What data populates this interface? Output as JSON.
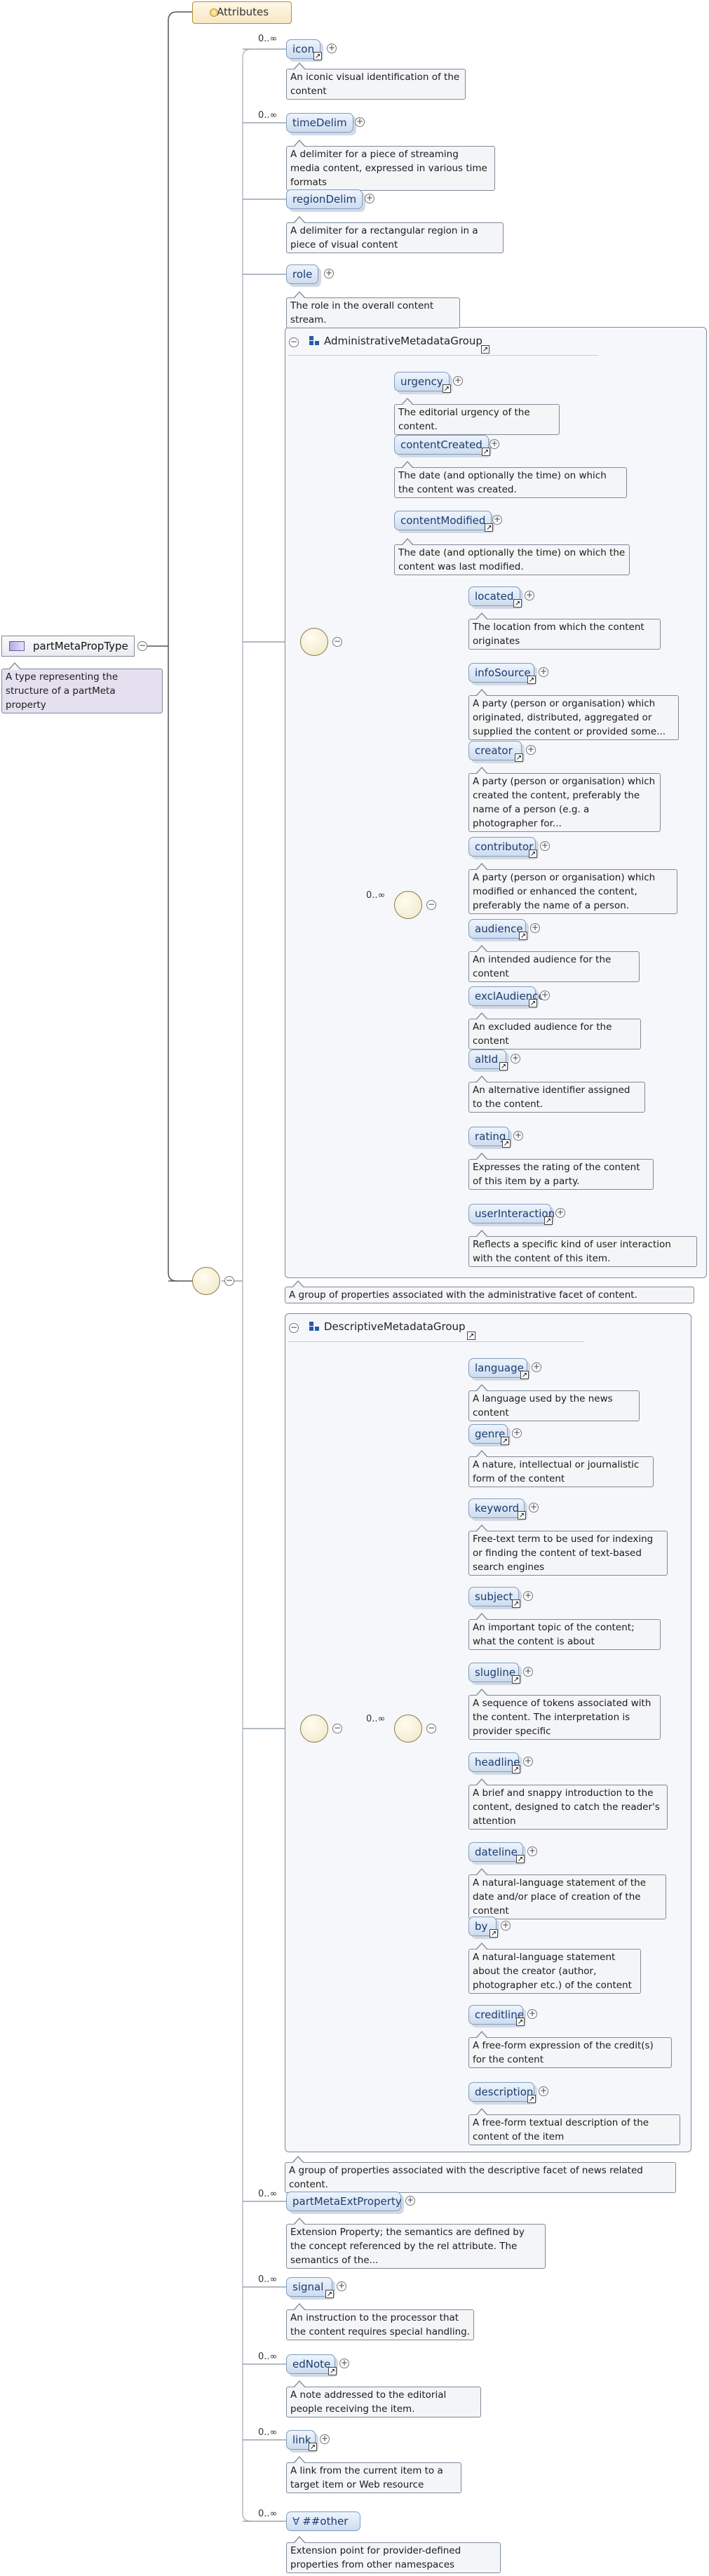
{
  "root": {
    "name": "partMetaPropType",
    "doc": "A type representing the structure of a partMeta property"
  },
  "attributes_label": "Attributes",
  "elements": [
    {
      "name": "icon",
      "card": "0..∞",
      "doc": "An iconic visual identification of the content"
    },
    {
      "name": "timeDelim",
      "card": "0..∞",
      "doc": "A delimiter for a piece of streaming media content, expressed in various time formats"
    },
    {
      "name": "regionDelim",
      "card": "",
      "doc": "A delimiter for a rectangular region in a piece of visual content"
    },
    {
      "name": "role",
      "card": "",
      "doc": "The role in the overall content stream."
    }
  ],
  "admin_group": {
    "title": "AdministrativeMetadataGroup",
    "doc": "A group of properties associated with the administrative facet of content.",
    "items": [
      {
        "name": "urgency",
        "doc": "The editorial urgency of the content."
      },
      {
        "name": "contentCreated",
        "doc": "The date (and optionally the time) on which the content was created."
      },
      {
        "name": "contentModified",
        "doc": "The date (and optionally the time) on which the content was last modified."
      }
    ],
    "choice_card": "0..∞",
    "choice_items": [
      {
        "name": "located",
        "doc": "The location from which the content originates"
      },
      {
        "name": "infoSource",
        "doc": "A party (person or organisation) which originated, distributed, aggregated or supplied the content or provided some..."
      },
      {
        "name": "creator",
        "doc": "A party (person or organisation) which created the content, preferably the name of a person (e.g. a photographer for..."
      },
      {
        "name": "contributor",
        "doc": "A party (person or organisation) which modified or enhanced the content, preferably the name of a person."
      },
      {
        "name": "audience",
        "doc": "An intended audience for the content"
      },
      {
        "name": "exclAudience",
        "doc": "An excluded audience for the content"
      },
      {
        "name": "altId",
        "doc": "An alternative identifier assigned to the content."
      },
      {
        "name": "rating",
        "doc": "Expresses the rating of the content of this item by a party."
      },
      {
        "name": "userInteraction",
        "doc": "Reflects a specific kind of user interaction with the content of this item."
      }
    ]
  },
  "desc_group": {
    "title": "DescriptiveMetadataGroup",
    "doc": "A group of properties associated with the descriptive facet of news related content.",
    "choice_card": "0..∞",
    "choice_items": [
      {
        "name": "language",
        "doc": "A language used by the news content"
      },
      {
        "name": "genre",
        "doc": "A nature, intellectual or journalistic form of the content"
      },
      {
        "name": "keyword",
        "doc": "Free-text term to be used for indexing or finding the content of text-based search engines"
      },
      {
        "name": "subject",
        "doc": "An important topic of the content; what the content is about"
      },
      {
        "name": "slugline",
        "doc": "A sequence of tokens associated with the content. The interpretation is provider specific"
      },
      {
        "name": "headline",
        "doc": "A brief and snappy introduction to the content, designed to catch the reader's attention"
      },
      {
        "name": "dateline",
        "doc": "A natural-language statement of the date and/or place of creation of the content"
      },
      {
        "name": "by",
        "doc": "A natural-language statement about the creator (author, photographer etc.) of the content"
      },
      {
        "name": "creditline",
        "doc": "A free-form expression of the credit(s) for the content"
      },
      {
        "name": "description",
        "doc": "A free-form textual description of the content of the item"
      }
    ]
  },
  "tail": [
    {
      "name": "partMetaExtProperty",
      "card": "0..∞",
      "doc": "Extension Property; the semantics are defined by the concept referenced by the rel attribute. The semantics of the..."
    },
    {
      "name": "signal",
      "card": "0..∞",
      "doc": "An instruction to the processor that the content requires special handling."
    },
    {
      "name": "edNote",
      "card": "0..∞",
      "doc": "A note addressed to the editorial people receiving the item."
    },
    {
      "name": "link",
      "card": "0..∞",
      "doc": "A link from the current item to a target item or Web resource"
    }
  ],
  "any_other": {
    "name": "##other",
    "card": "0..∞",
    "doc": "Extension point for provider-defined properties from other namespaces"
  },
  "colors": {
    "element_border": "#7f9dbf",
    "element_text": "#1c3c6e",
    "line": "#555555",
    "doc_border": "#7f8a98",
    "group_bg": "#f6f7fb"
  }
}
